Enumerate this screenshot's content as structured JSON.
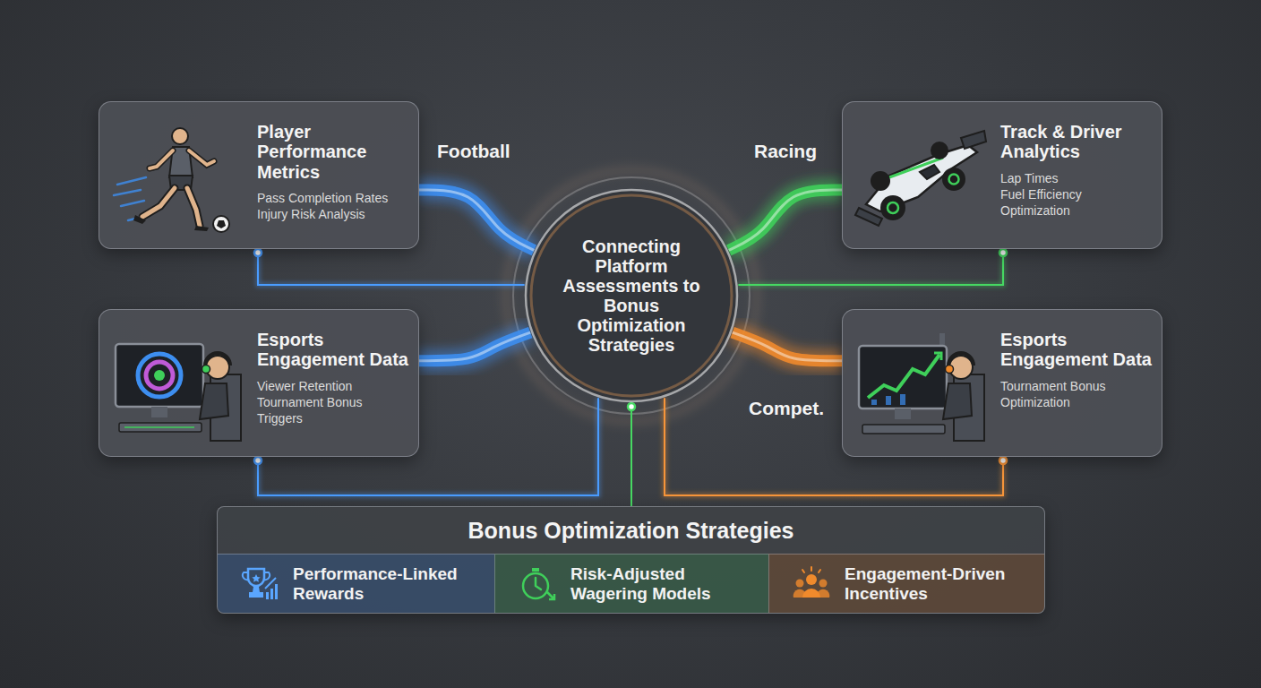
{
  "diagram": {
    "nodes": [
      {
        "text": [
          "Player Performance Metrics",
          "Pass Completion Rates",
          "Injury Risk Analysis"
        ]
      },
      {
        "text": [
          "Track & Driver Analytics",
          "Lap Times",
          "Fuel Efficiency Optimization"
        ]
      },
      {
        "text": [
          "Connecting Platform Assessments to Bonus Optimization Strategies"
        ]
      },
      {
        "text": [
          "Esports Engagement Data",
          "Viewer Retention",
          "Tournament Bonus Triggers"
        ]
      },
      {
        "text": [
          "Esports Engagement Data",
          "Tournament Bonus Optimization"
        ]
      },
      {
        "text": [
          "Bonus Optimization Strategies"
        ]
      },
      {
        "text": [
          "Performance-Linked Rewards"
        ],
        "in": 5
      },
      {
        "text": [
          "Risk-Adjusted Wagering Models"
        ],
        "in": 5
      },
      {
        "text": [
          "Engagement-Driven Incentives"
        ],
        "in": 5
      }
    ],
    "edges": [
      {
        "from": 0,
        "to": 2,
        "label": "Football",
        "arrow": "none"
      },
      {
        "from": 1,
        "to": 2,
        "label": "Racing",
        "arrow": "none"
      },
      {
        "from": 3,
        "to": 2,
        "arrow": "none"
      },
      {
        "from": 4,
        "to": 2,
        "label": "Compet.",
        "arrow": "none"
      },
      {
        "from": 0,
        "to": 2,
        "arrow": "none"
      },
      {
        "from": 1,
        "to": 2,
        "arrow": "none"
      },
      {
        "from": 3,
        "to": 2,
        "arrow": "none"
      },
      {
        "from": 4,
        "to": 2,
        "arrow": "none"
      },
      {
        "from": 2,
        "to": 5,
        "arrow": "none"
      }
    ]
  }
}
